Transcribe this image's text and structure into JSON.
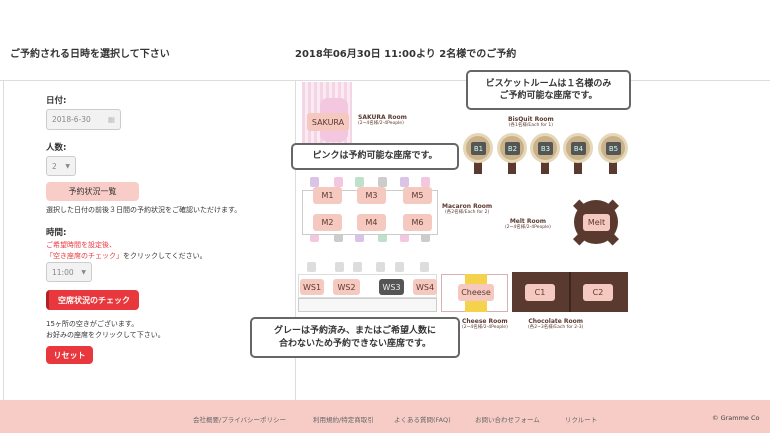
{
  "header": {
    "left": "ご予約される日時を選択して下さい",
    "right": "2018年06月30日 11:00より 2名様でのご予約"
  },
  "form": {
    "date_label": "日付:",
    "date_value": "2018-6-30",
    "people_label": "人数:",
    "people_value": "2",
    "status_button": "予約状況一覧",
    "status_note": "選択した日付の前後３日間の予約状況をご確認いただけます。",
    "time_label": "時間:",
    "time_warning_1": "ご希望時間を設定後、",
    "time_warning_2": "「空き座席のチェック」",
    "time_warning_3": "をクリックしてください。",
    "time_value": "11:00",
    "check_button": "空席状況のチェック",
    "result_1": "15ヶ所の空きがございます。",
    "result_2": "お好みの座席をクリックして下さい。",
    "reset_button": "リセット"
  },
  "map": {
    "rooms": {
      "sakura": {
        "name": "SAKURA Room",
        "cap": "(2~4名様/2-4People)"
      },
      "biscuit": {
        "name": "BisQuit Room",
        "cap": "(各1名様/Each for 1)"
      },
      "macaron": {
        "name": "Macaron Room",
        "cap": "(各2名様/Each for 2)"
      },
      "melt": {
        "name": "Melt Room",
        "cap": "(2~4名様/2-4People)"
      },
      "cheese": {
        "name": "Cheese Room",
        "cap": "(2~4名様/2-4People)"
      },
      "chocolate": {
        "name": "Chocolate Room",
        "cap": "(各2~3名様/Each for 2-3)"
      }
    },
    "seats": {
      "sakura": "SAKURA",
      "b1": "B1",
      "b2": "B2",
      "b3": "B3",
      "b4": "B4",
      "b5": "B5",
      "m1": "M1",
      "m2": "M2",
      "m3": "M3",
      "m4": "M4",
      "m5": "M5",
      "m6": "M6",
      "melt": "Melt",
      "ws1": "WS1",
      "ws2": "WS2",
      "ws3": "WS3",
      "ws4": "WS4",
      "cheese": "Cheese",
      "c1": "C1",
      "c2": "C2"
    },
    "callouts": {
      "biscuit_1": "ビスケットルームは１名様のみ",
      "biscuit_2": "ご予約可能な座席です。",
      "pink": "ピンクは予約可能な座席です。",
      "gray_1": "グレーは予約済み、またはご希望人数に",
      "gray_2": "合わないため予約できない座席です。"
    }
  },
  "footer": {
    "links": [
      "会社概要/プライバシーポリシー",
      "利用規約/特定商取引",
      "よくある質問(FAQ)",
      "お問い合わせフォーム",
      "リクルート"
    ],
    "copyright": "© Gramme Co"
  },
  "colors": {
    "available": "#f6c9c0",
    "unavailable": "#555555",
    "accent": "#e8383d",
    "footer": "#f7ccc6"
  }
}
